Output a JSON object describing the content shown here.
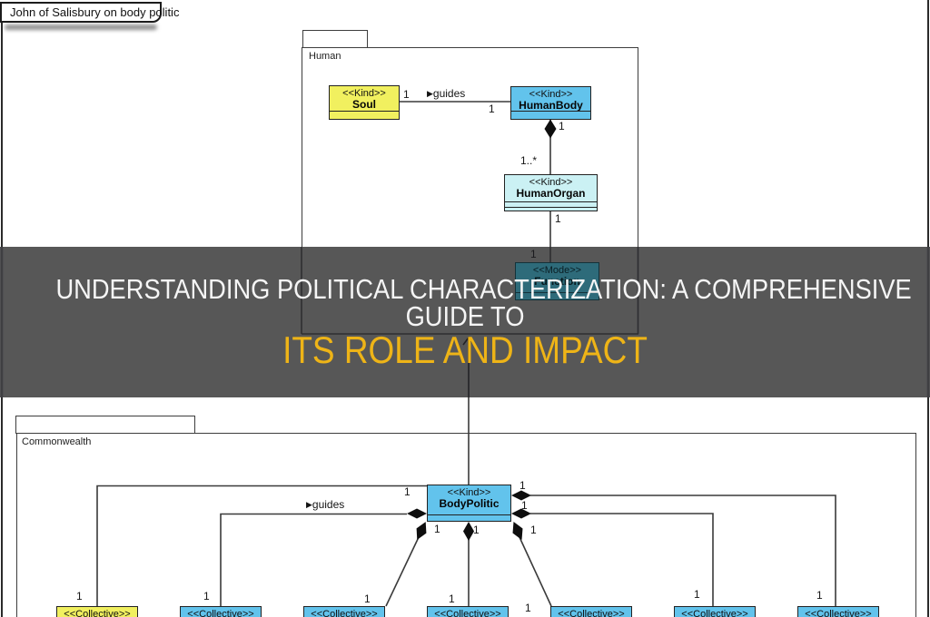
{
  "window": {
    "tab_title": "John of Salisbury on body politic"
  },
  "banner": {
    "line1": "UNDERSTANDING POLITICAL CHARACTERIZATION: A COMPREHENSIVE",
    "line2": "GUIDE TO",
    "line3": "ITS ROLE AND IMPACT",
    "bg_color": "#575757",
    "text_color": "#F5F5F5",
    "accent_color": "#EEB417"
  },
  "human_package": {
    "name": "Human",
    "soul": {
      "stereotype": "<<Kind>>",
      "name": "Soul"
    },
    "human_body": {
      "stereotype": "<<Kind>>",
      "name": "HumanBody"
    },
    "human_organ": {
      "stereotype": "<<Kind>>",
      "name": "HumanOrgan"
    },
    "mode": {
      "stereotype": "<<Mode>>",
      "name": "Function"
    }
  },
  "commonwealth_package": {
    "name": "Commonwealth",
    "body_politic": {
      "stereotype": "<<Kind>>",
      "name": "BodyPolitic"
    },
    "collectives": [
      {
        "stereotype": "<<Collective>>",
        "fill": "#F1F05F"
      },
      {
        "stereotype": "<<Collective>>",
        "fill": "#62C3EC"
      },
      {
        "stereotype": "<<Collective>>",
        "fill": "#62C3EC"
      },
      {
        "stereotype": "<<Collective>>",
        "fill": "#62C3EC"
      },
      {
        "stereotype": "<<Collective>>",
        "fill": "#62C3EC"
      },
      {
        "stereotype": "<<Collective>>",
        "fill": "#62C3EC"
      },
      {
        "stereotype": "<<Collective>>",
        "fill": "#62C3EC"
      }
    ]
  },
  "relations": {
    "guides_arrow": "▶",
    "guides_label": "guides",
    "mult_one": "1",
    "mult_one_many": "1..*"
  },
  "colors": {
    "kind_yellow": "#F1F05F",
    "kind_blue": "#62C3EC",
    "kind_cyan": "#CBF1F4",
    "mode_teal_shaded": "#2E6B7A",
    "line": "#3A3A3A"
  }
}
